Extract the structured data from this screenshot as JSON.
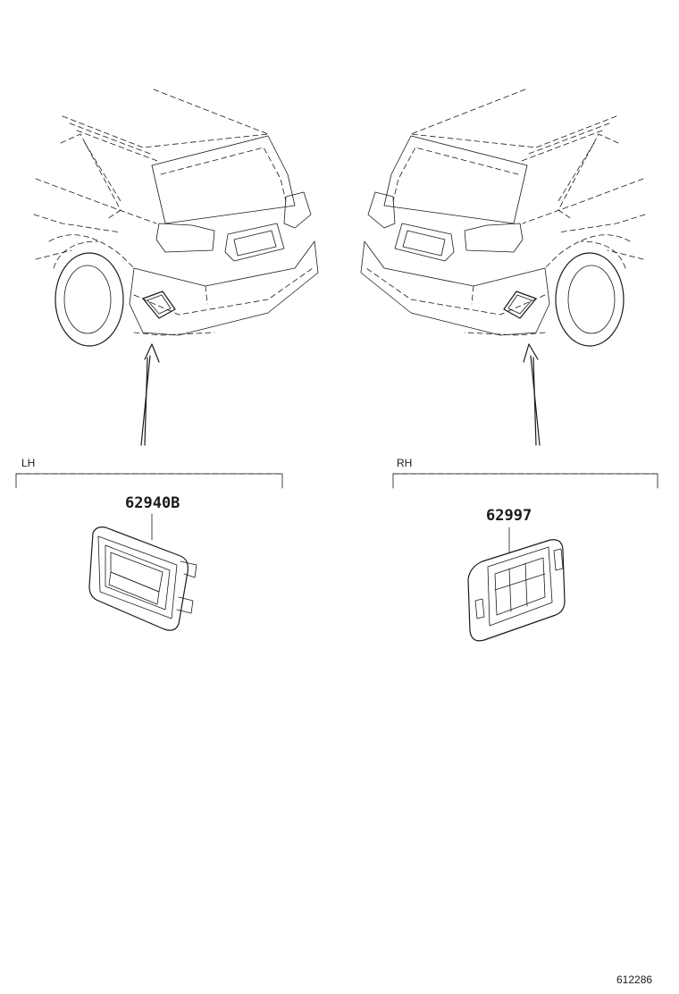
{
  "left_group": {
    "side_label": "LH",
    "part_number": "62940B"
  },
  "right_group": {
    "side_label": "RH",
    "part_number": "62997"
  },
  "figure_number": "612286"
}
